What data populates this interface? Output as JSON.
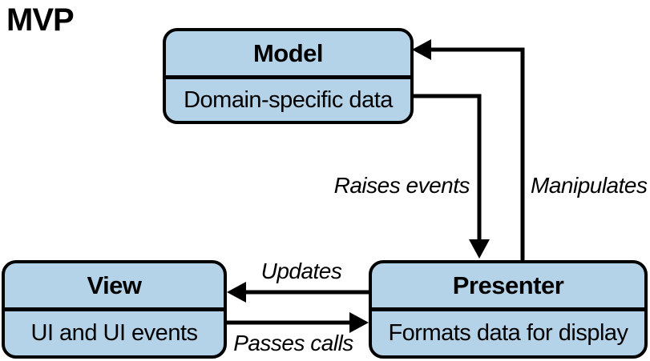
{
  "title": "MVP",
  "colors": {
    "node_fill": "#b5d3e8",
    "node_border": "#000000",
    "text": "#000000"
  },
  "nodes": {
    "model": {
      "title": "Model",
      "body": "Domain-specific data"
    },
    "view": {
      "title": "View",
      "body": "UI and UI events"
    },
    "presenter": {
      "title": "Presenter",
      "body": "Formats data for display"
    }
  },
  "edges": {
    "raises_events": {
      "label": "Raises events",
      "from": "model",
      "to": "presenter"
    },
    "manipulates": {
      "label": "Manipulates",
      "from": "presenter",
      "to": "model"
    },
    "updates": {
      "label": "Updates",
      "from": "presenter",
      "to": "view"
    },
    "passes_calls": {
      "label": "Passes calls",
      "from": "view",
      "to": "presenter"
    }
  }
}
